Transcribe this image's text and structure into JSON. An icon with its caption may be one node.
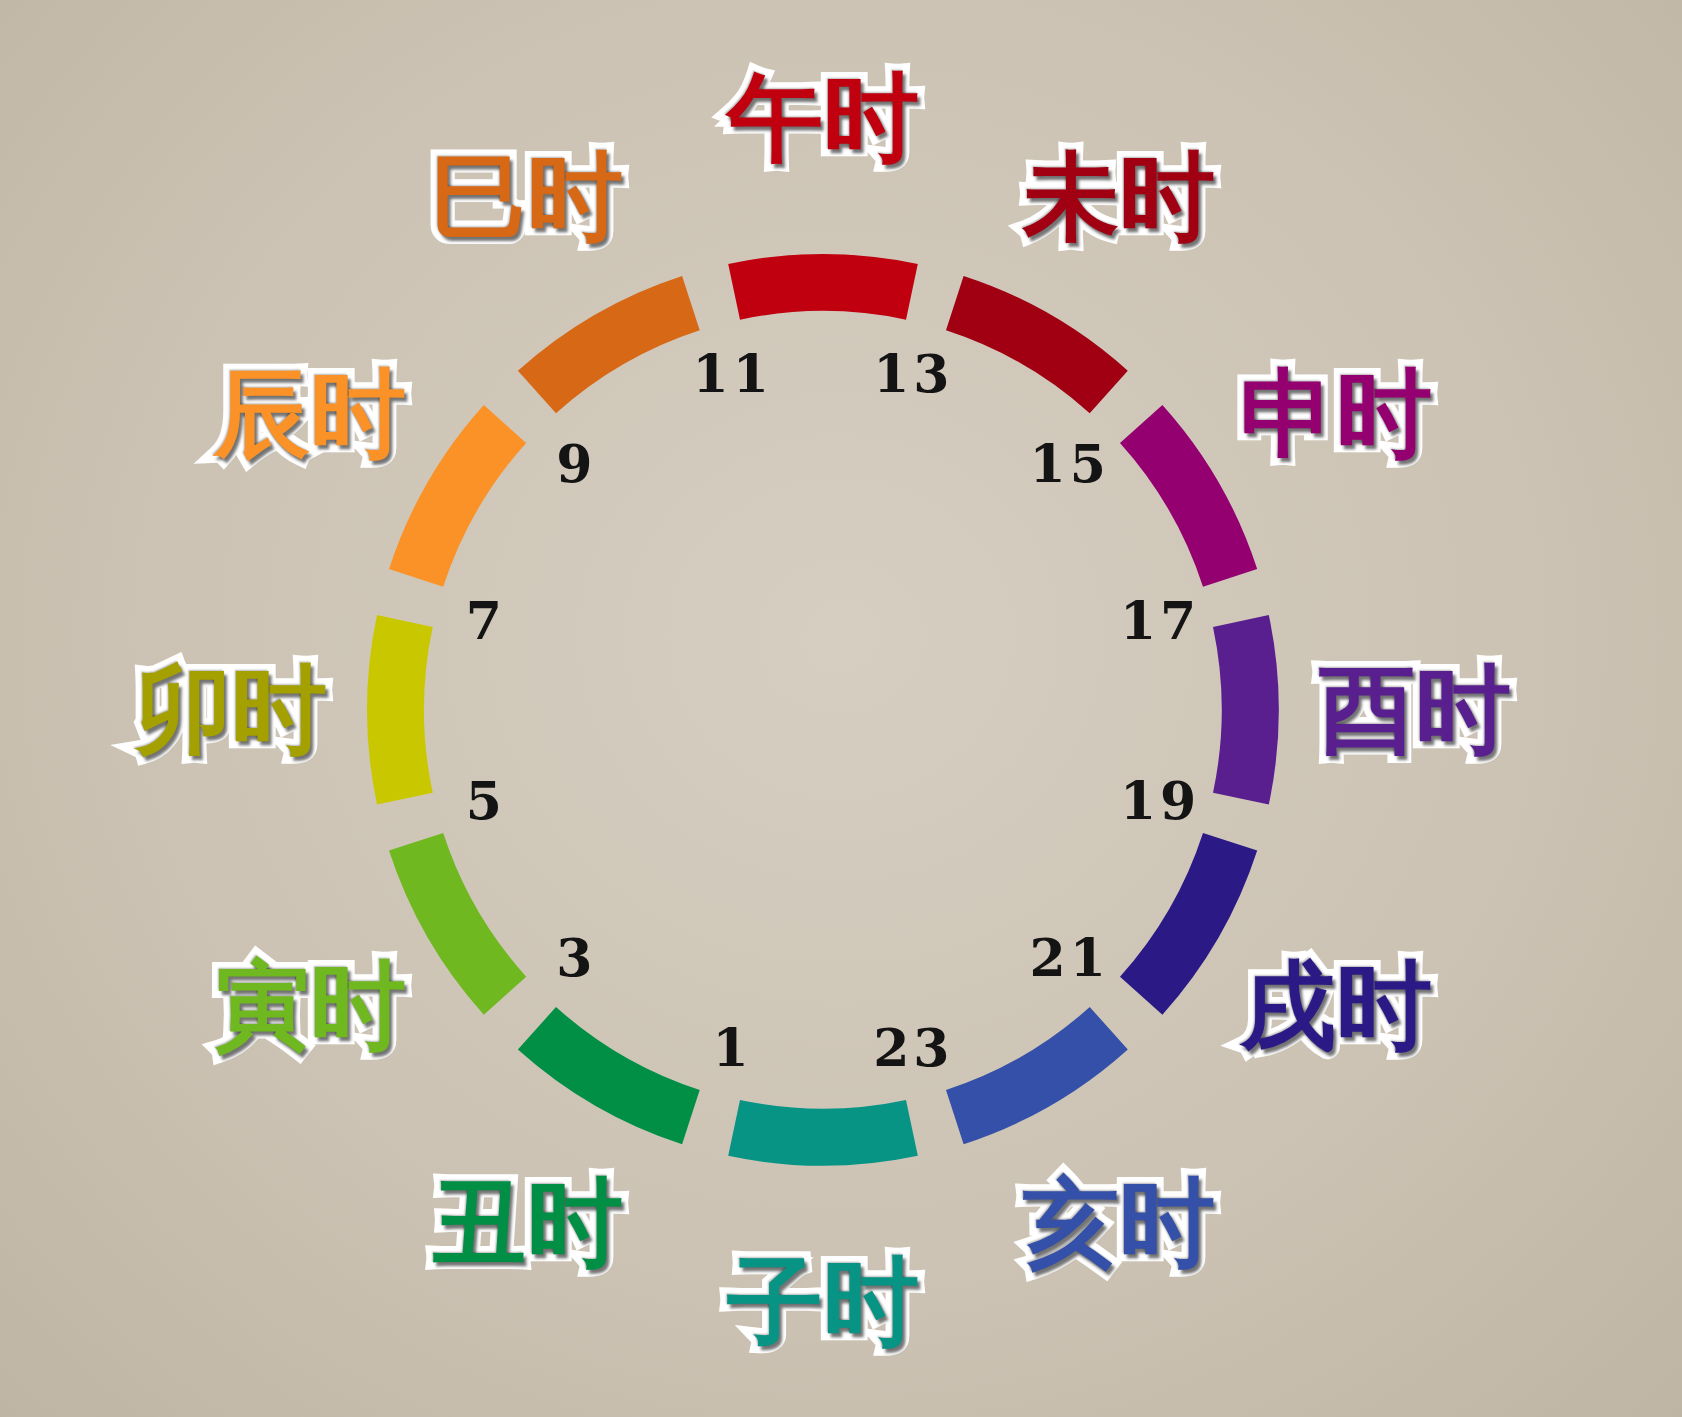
{
  "diagram": {
    "nodes": [
      {
        "text": [
          "午时"
        ]
      },
      {
        "text": [
          "未时"
        ]
      },
      {
        "text": [
          "申时"
        ]
      },
      {
        "text": [
          "酉时"
        ]
      },
      {
        "text": [
          "戌时"
        ]
      },
      {
        "text": [
          "亥时"
        ]
      },
      {
        "text": [
          "子时"
        ]
      },
      {
        "text": [
          "丑时"
        ]
      },
      {
        "text": [
          "寅时"
        ]
      },
      {
        "text": [
          "卯时"
        ]
      },
      {
        "text": [
          "辰时"
        ]
      },
      {
        "text": [
          "巳时"
        ]
      }
    ],
    "labels": [
      "11",
      "13",
      "15",
      "17",
      "19",
      "21",
      "23",
      "1",
      "3",
      "5",
      "7",
      "9"
    ]
  }
}
